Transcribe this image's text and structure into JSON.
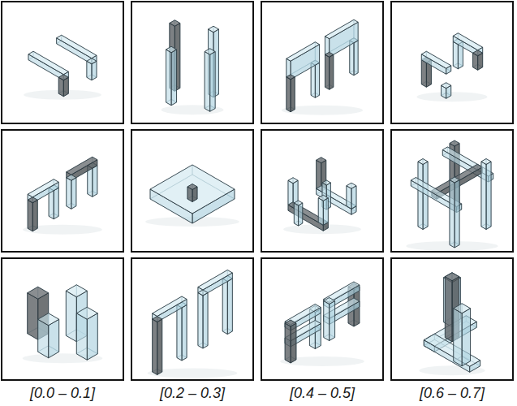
{
  "diagram": {
    "labels": [
      "[0.0 – 0.1]",
      "[0.2 – 0.3]",
      "[0.4 – 0.5]",
      "[0.6 – 0.7]"
    ]
  }
}
